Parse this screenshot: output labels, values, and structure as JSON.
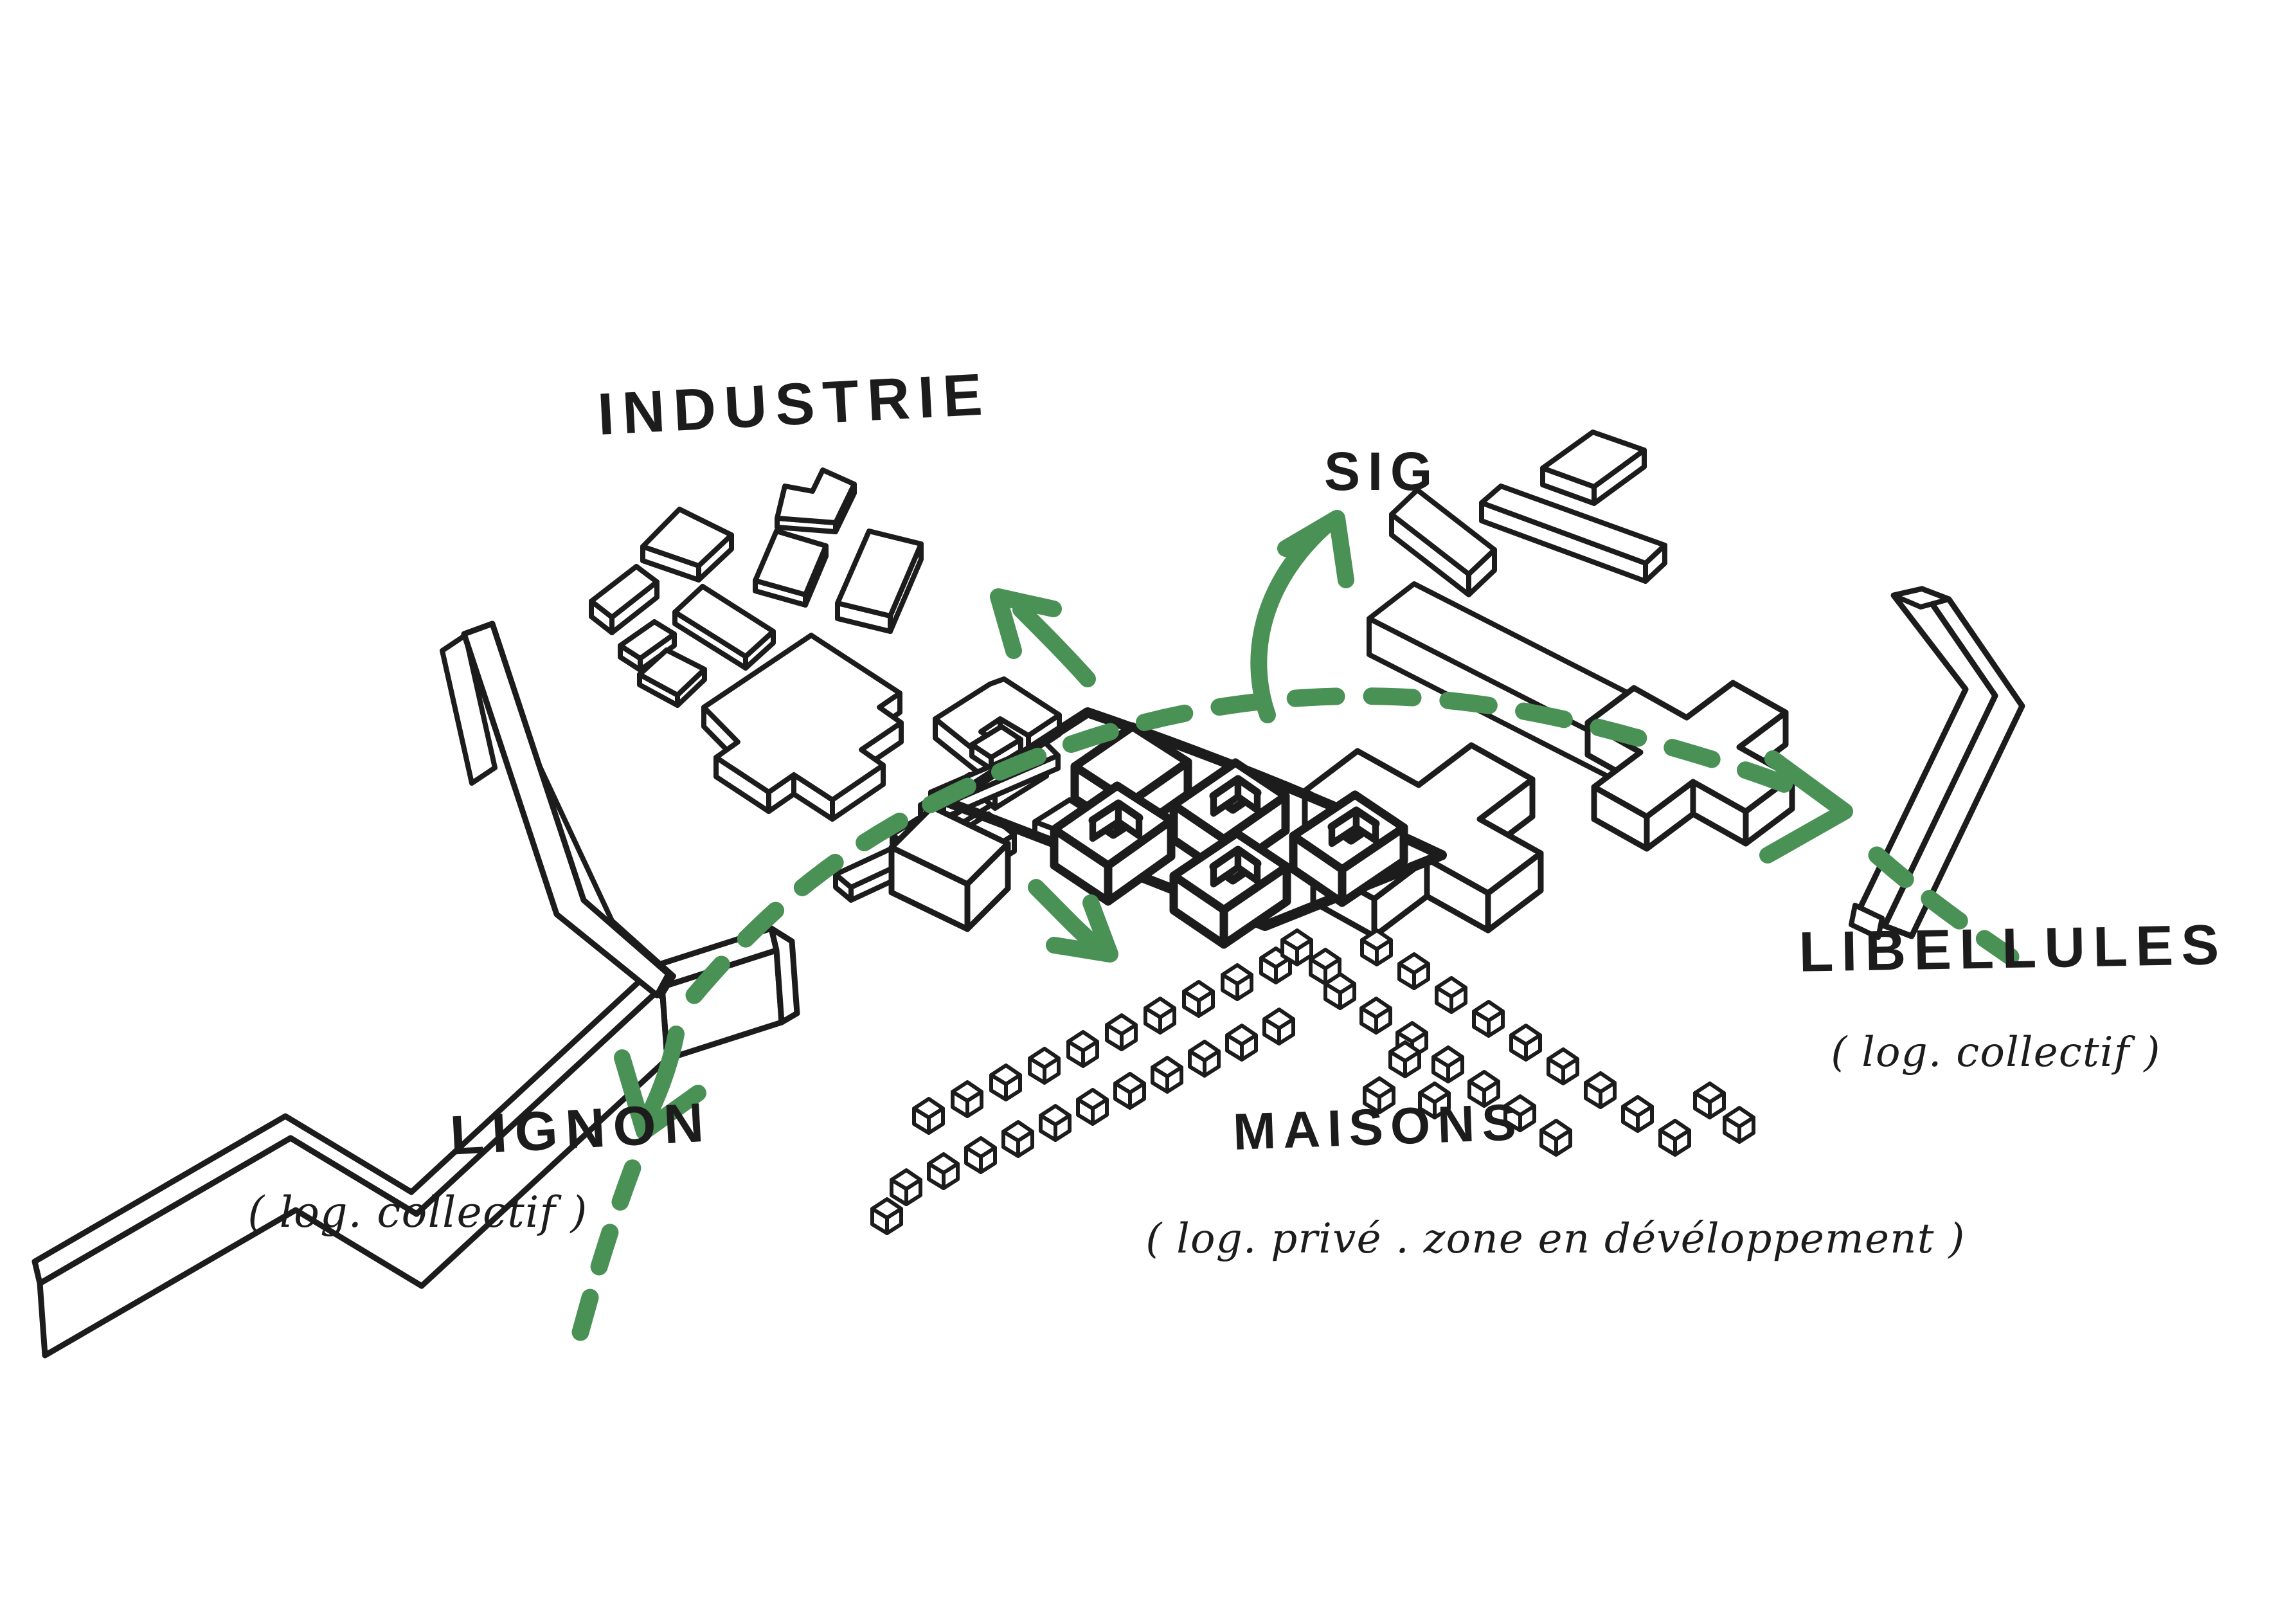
{
  "diagram": {
    "type": "hand-drawn-urban-sketch",
    "zones": {
      "industrie": {
        "label": "INDUSTRIE"
      },
      "sig": {
        "label": "SIG"
      },
      "libellules": {
        "label": "LIBELLULES",
        "sublabel": "( log. collectif )"
      },
      "lignon": {
        "label": "LIGNON",
        "sublabel": "( log. collectif )"
      },
      "maisons": {
        "label": "MAISONS",
        "sublabel": "( log. privé . zone en dévéloppement )"
      }
    },
    "route": {
      "style": "dashed",
      "arrows": [
        "arrowhead-to-libellules",
        "arrow-up-left",
        "arrow-up-to-sig",
        "arrow-down-to-maisons",
        "arrow-down-to-lignon"
      ]
    },
    "colors": {
      "ink": "#1c1c1c",
      "accent_green": "#4a9156",
      "background": "#ffffff"
    }
  }
}
